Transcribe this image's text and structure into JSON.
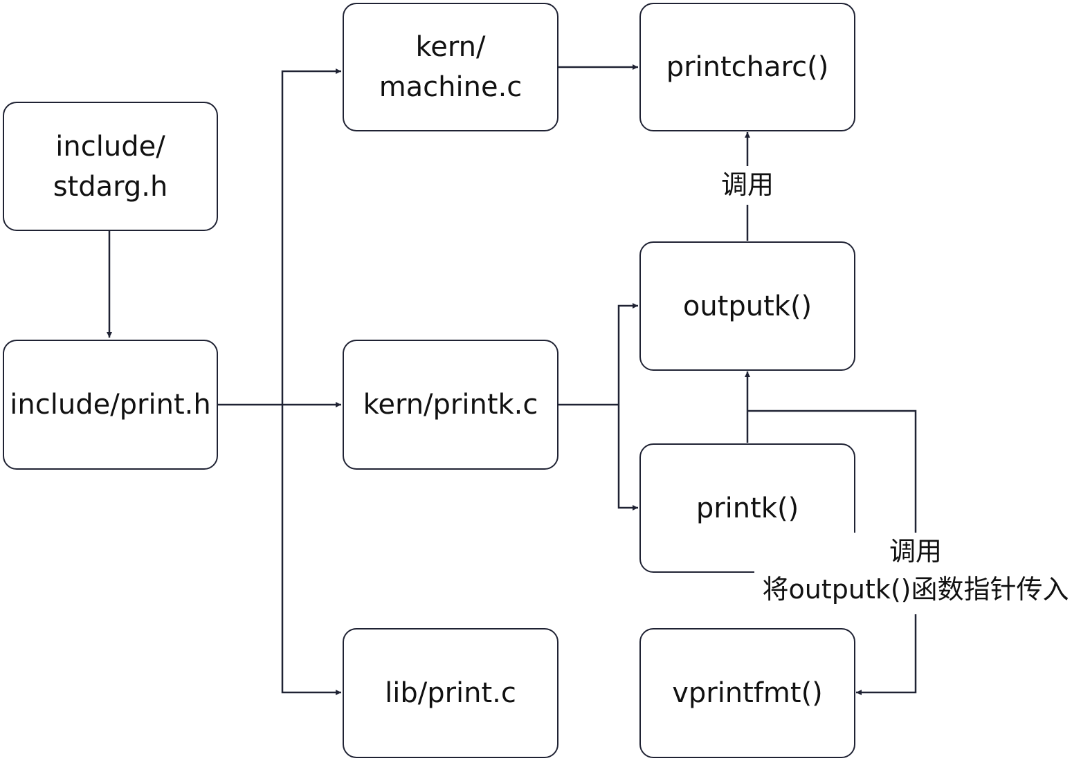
{
  "nodes": {
    "stdarg": {
      "line1": "include/",
      "line2": "stdarg.h"
    },
    "print_h": {
      "label": "include/print.h"
    },
    "machine": {
      "line1": "kern/",
      "line2": "machine.c"
    },
    "printk_c": {
      "label": "kern/printk.c"
    },
    "lib_print": {
      "label": "lib/print.c"
    },
    "printcharc": {
      "label": "printcharc()"
    },
    "outputk": {
      "label": "outputk()"
    },
    "printk_fn": {
      "label": "printk()"
    },
    "vprintfmt": {
      "label": "vprintfmt()"
    }
  },
  "edge_labels": {
    "call_top": "调用",
    "call_right_line1": "调用",
    "call_right_line2": "将outputk()函数指针传入"
  },
  "colors": {
    "stroke": "#1f2233",
    "text": "#111111",
    "background": "#ffffff"
  }
}
